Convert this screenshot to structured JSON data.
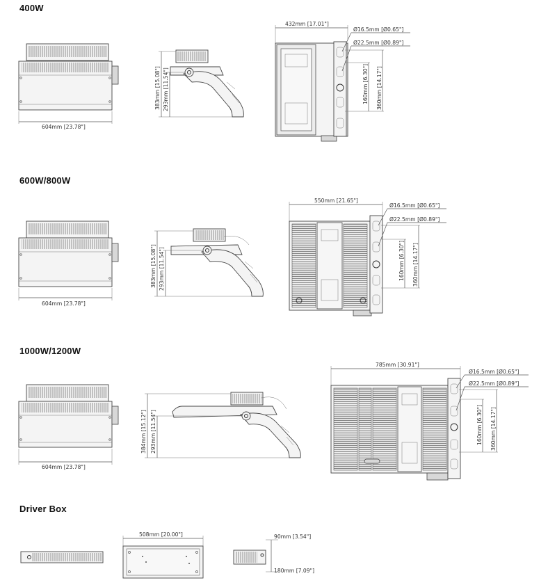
{
  "sections": [
    {
      "title": "400W",
      "front_width": "604mm [23.78\"]",
      "side_height_total": "383mm [15.08\"]",
      "side_height_pivot": "293mm [11.54\"]",
      "top_width": "432mm [17.01\"]",
      "hole_small": "Ø16.5mm [Ø0.65\"]",
      "hole_large": "Ø22.5mm [Ø0.89\"]",
      "bracket_short": "160mm [6.30\"]",
      "bracket_long": "360mm [14.17\"]"
    },
    {
      "title": "600W/800W",
      "front_width": "604mm [23.78\"]",
      "side_height_total": "383mm [15.08\"]",
      "side_height_pivot": "293mm [11.54\"]",
      "top_width": "550mm [21.65\"]",
      "hole_small": "Ø16.5mm [Ø0.65\"]",
      "hole_large": "Ø22.5mm [Ø0.89\"]",
      "bracket_short": "160mm [6.30\"]",
      "bracket_long": "360mm [14.17\"]"
    },
    {
      "title": "1000W/1200W",
      "front_width": "604mm [23.78\"]",
      "side_height_total": "384mm [15.12\"]",
      "side_height_pivot": "293mm [11.54\"]",
      "top_width": "785mm [30.91\"]",
      "hole_small": "Ø16.5mm [Ø0.65\"]",
      "hole_large": "Ø22.5mm [Ø0.89\"]",
      "bracket_short": "160mm [6.30\"]",
      "bracket_long": "360mm [14.17\"]"
    }
  ],
  "driver_box": {
    "title": "Driver Box",
    "length": "508mm [20.00\"]",
    "height": "90mm [3.54\"]",
    "depth": "180mm [7.09\"]"
  }
}
